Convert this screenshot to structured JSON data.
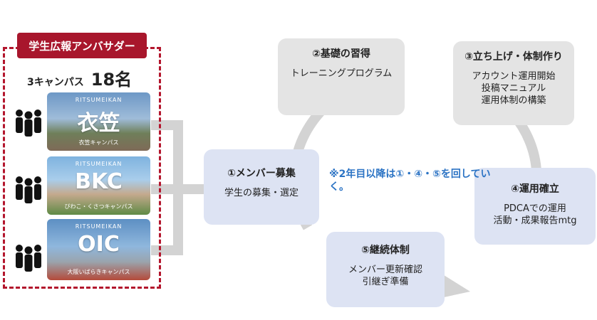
{
  "ambassador": {
    "title": "学生広報アンバサダー",
    "count_prefix": "3キャンパス",
    "count_value": "18名"
  },
  "campuses": [
    {
      "brand": "RITSUMEIKAN",
      "name": "衣笠",
      "sub": "衣笠キャンパス"
    },
    {
      "brand": "RITSUMEIKAN",
      "name": "BKC",
      "sub": "びわこ・くさつキャンパス"
    },
    {
      "brand": "RITSUMEIKAN",
      "name": "OIC",
      "sub": "大阪いばらきキャンパス"
    }
  ],
  "steps": {
    "s1": {
      "title": "①メンバー募集",
      "body": "学生の募集・選定"
    },
    "s2": {
      "title": "②基礎の習得",
      "body": "トレーニングプログラム"
    },
    "s3": {
      "title": "③立ち上げ・体制作り",
      "body": "アカウント運用開始\n投稿マニュアル\n運用体制の構築"
    },
    "s4": {
      "title": "④運用確立",
      "body": "PDCAでの運用\n活動・成果報告mtg"
    },
    "s5": {
      "title": "⑤継続体制",
      "body": "メンバー更新確認\n引継ぎ準備"
    }
  },
  "note": "※2年目以降は①・④・⑤を回していく。",
  "colors": {
    "accent_red": "#a8162c",
    "note_blue": "#2b73c4",
    "box_grey": "#e4e4e4",
    "box_blue": "#dde3f3"
  }
}
